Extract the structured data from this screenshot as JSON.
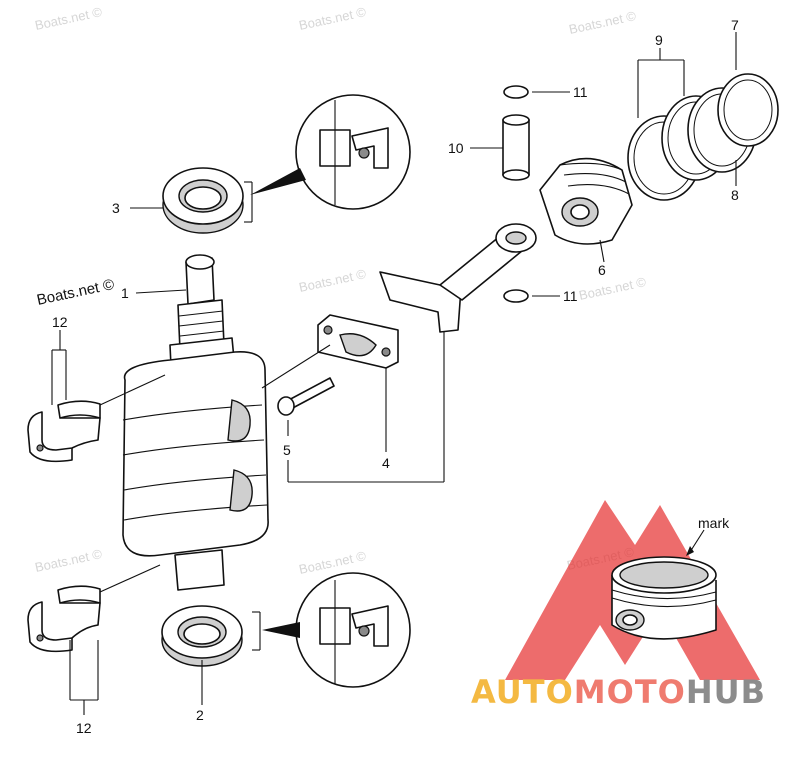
{
  "watermark": "Boats.net ©",
  "callouts": {
    "c1": "1",
    "c2": "2",
    "c3": "3",
    "c4": "4",
    "c5": "5",
    "c6": "6",
    "c7": "7",
    "c8": "8",
    "c9": "9",
    "c10": "10",
    "c11a": "11",
    "c11b": "11",
    "c12a": "12",
    "c12b": "12"
  },
  "mark_label": "mark",
  "logo": {
    "part1": "AUTO",
    "part2": "MOTO",
    "part3": "HUB",
    "colors": {
      "part1": "#f4b942",
      "part2": "#ef7b6f",
      "part3": "#8c8c8c",
      "triangle": "#e62e2e"
    }
  }
}
